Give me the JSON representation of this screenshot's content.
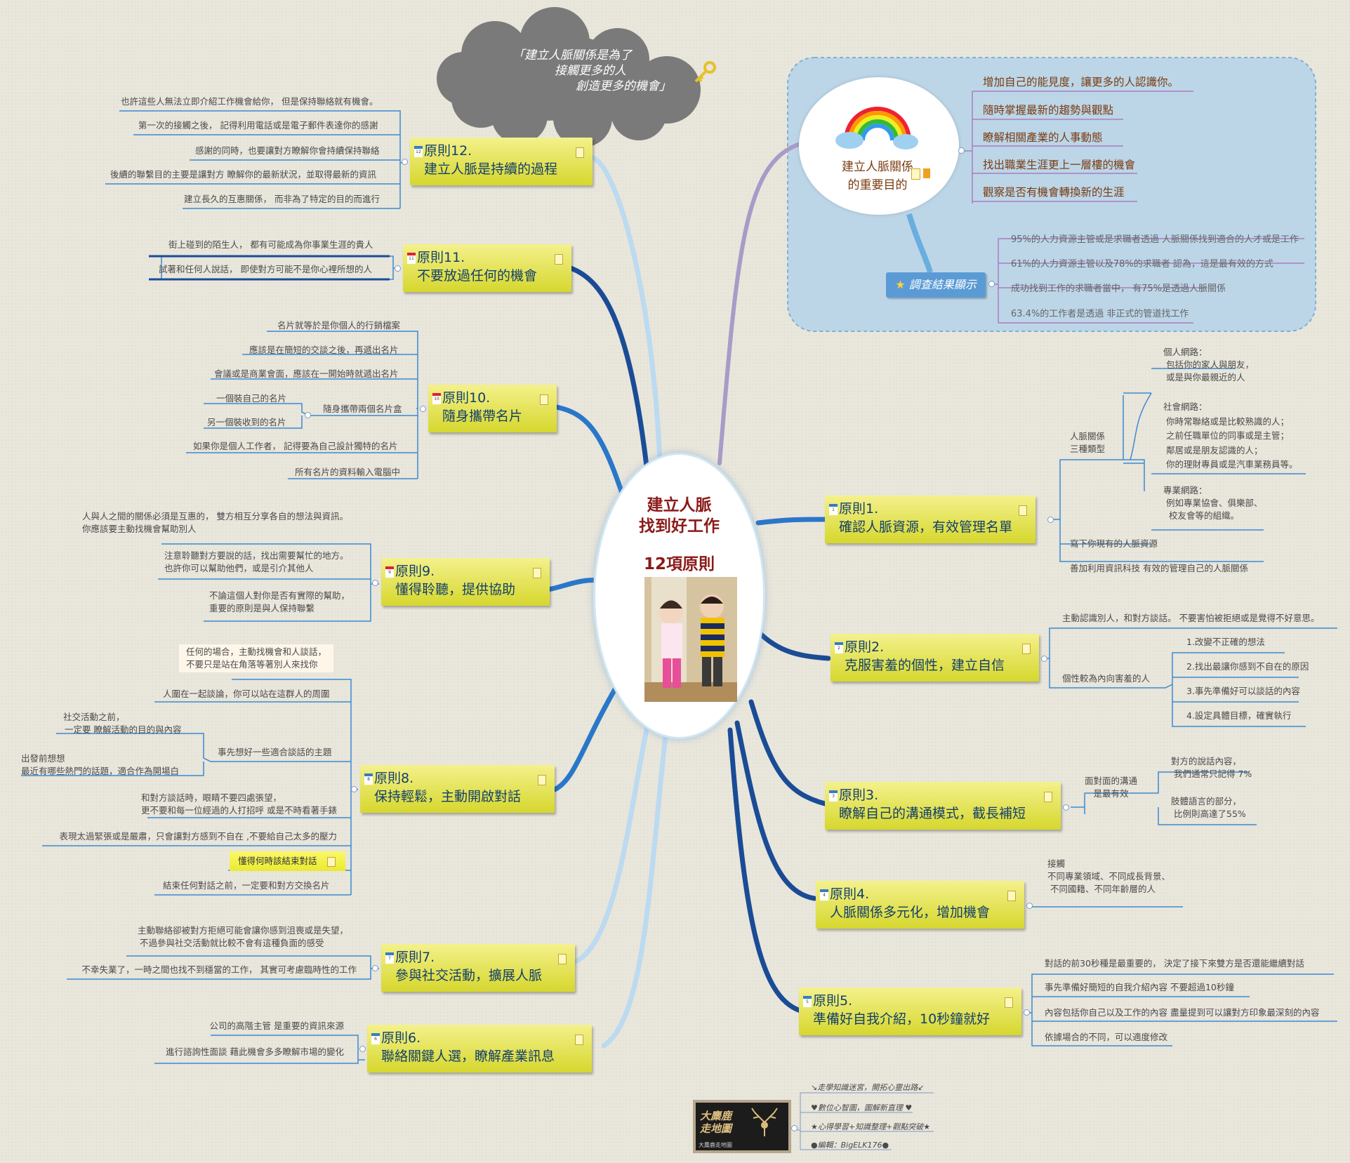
{
  "center": {
    "title_line1": "建立人脈",
    "title_line2": "找到好工作",
    "subtitle": "12項原則"
  },
  "cloud": {
    "line1": "「建立人脈關係是為了",
    "line2": "接觸更多的人",
    "line3": "創造更多的機會」"
  },
  "purpose": {
    "title_line1": "建立人脈關係",
    "title_line2": "的重要目的",
    "items": [
      "增加自己的能見度，讓更多的人認識你。",
      "隨時掌握最新的趨勢與觀點",
      "瞭解相關產業的人事動態",
      "找出職業生涯更上一層樓的機會",
      "觀察是否有機會轉換新的生涯"
    ],
    "survey_label": "調查結果顯示",
    "survey_items": [
      "95%的人力資源主管或是求職者透過 人脈關係找到適合的人才或是工作",
      "61%的人力資源主管以及78%的求職者 認為，這是最有效的方式",
      "成功找到工作的求職者當中， 有75%是透過人脈關係",
      "63.4%的工作者是透過 非正式的管道找工作"
    ]
  },
  "principles": {
    "p1": {
      "num": "1",
      "title": "原則1.",
      "desc": "確認人脈資源，有效管理名單"
    },
    "p2": {
      "num": "2",
      "title": "原則2.",
      "desc": "克服害羞的個性，建立自信"
    },
    "p3": {
      "num": "3",
      "title": "原則3.",
      "desc": "瞭解自己的溝通模式，截長補短"
    },
    "p4": {
      "num": "4",
      "title": "原則4.",
      "desc": "人脈關係多元化，增加機會"
    },
    "p5": {
      "num": "5",
      "title": "原則5.",
      "desc": "準備好自我介紹，10秒鐘就好"
    },
    "p6": {
      "num": "6",
      "title": "原則6.",
      "desc": "聯絡關鍵人選，瞭解產業訊息"
    },
    "p7": {
      "num": "7",
      "title": "原則7.",
      "desc": "參與社交活動，擴展人脈"
    },
    "p8": {
      "num": "8",
      "title": "原則8.",
      "desc": "保持輕鬆，主動開啟對話"
    },
    "p9": {
      "num": "9",
      "title": "原則9.",
      "desc": "懂得聆聽，提供協助"
    },
    "p10": {
      "num": "10",
      "title": "原則10.",
      "desc": "隨身攜帶名片"
    },
    "p11": {
      "num": "11",
      "title": "原則11.",
      "desc": "不要放過任何的機會"
    },
    "p12": {
      "num": "12",
      "title": "原則12.",
      "desc": "建立人脈是持續的過程"
    }
  },
  "p1_details": {
    "types_label_1": "人脈關係",
    "types_label_2": "三種類型",
    "personal": [
      "個人網路：",
      "包括你的家人與朋友，",
      "或是與你最親近的人"
    ],
    "social": [
      "社會網路：",
      "你時常聯絡或是比較熟識的人；",
      "之前任職單位的同事或是主管；",
      "鄰居或是朋友認識的人；",
      "你的理財專員或是汽車業務員等。"
    ],
    "professional": [
      "專業網路：",
      "例如專業協會、俱樂部、",
      "校友會等的組織。"
    ],
    "write": "寫下你現有的人脈資源",
    "tech": "善加利用資訊科技 有效的管理自己的人脈關係"
  },
  "p2_details": {
    "top": "主動認識別人，和對方談話。 不要害怕被拒絕或是覺得不好意思。",
    "introvert": "個性較為內向害羞的人",
    "steps": [
      "1.改變不正確的想法",
      "2.找出最讓你感到不自在的原因",
      "3.事先準備好可以談話的內容",
      "4.設定具體目標，確實執行"
    ]
  },
  "p3_details": {
    "f2f_1": "面對面的溝通",
    "f2f_2": "是最有效",
    "content_1": "對方的說話內容，",
    "content_2": "我們通常只記得 7%",
    "body_1": "肢體語言的部分，",
    "body_2": "比例則高達了55%"
  },
  "p4_details": [
    "接觸",
    "不同專業領域、不同成長背景、",
    "不同國籍、不同年齡層的人"
  ],
  "p5_details": [
    "對話的前30秒種是最重要的， 決定了接下來雙方是否還能繼續對話",
    "事先準備好簡短的自我介紹內容 不要超過10秒鐘",
    "內容包括你自己以及工作的內容 盡量提到可以讓對方印象最深刻的內容",
    "依據場合的不同，可以適度修改"
  ],
  "p6_details": [
    "公司的高階主管 是重要的資訊來源",
    "進行諮詢性面談 藉此機會多多瞭解市場的變化"
  ],
  "p7_details": {
    "a1": "主動聯絡卻被對方拒絕可能會讓你感到沮喪或是失望，",
    "a2": "不過參與社交活動就比較不會有這種負面的感受",
    "b": "不幸失業了，一時之間也找不到穩當的工作， 其實可考慮臨時性的工作"
  },
  "p8_details": {
    "any1": "任何的場合，主動找機會和人談話，",
    "any2": "不要只是站在角落等著別人來找你",
    "group": "人圍在一起談論，你可以站在這群人的周圍",
    "prep": "事先想好一些適合談話的主題",
    "social1": "社交活動之前，",
    "social2": "一定要 瞭解活動的目的與內容",
    "before1": "出發前想想",
    "before2": "最近有哪些熱門的話題，適合作為開場白",
    "eye1": "和對方談話時，眼睛不要四處張望，",
    "eye2": "更不要和每一位經過的人打招呼 或是不時看著手錶",
    "tense": "表現太過緊張或是嚴肅，只會讓對方感到不自在 ,不要給自己太多的壓力",
    "end": "懂得何時該結束對話",
    "exchange": "結束任何對話之前，一定要和對方交換名片"
  },
  "p9_details": {
    "a1": "人與人之間的關係必須是互惠的， 雙方相互分享各自的想法與資訊。",
    "a2": "你應該要主動找機會幫助別人",
    "b1": "注意聆聽對方要說的話，找出需要幫忙的地方。",
    "b2": "也許你可以幫助他們，或是引介其他人",
    "c1": "不論這個人對你是否有實際的幫助，",
    "c2": "重要的原則是與人保持聯繫"
  },
  "p10_details": {
    "items": [
      "名片就等於是你個人的行銷檔案",
      "應該是在簡短的交談之後，再遞出名片",
      "會議或是商業會面，應該在一開始時就遞出名片"
    ],
    "two_boxes": "隨身攜帶兩個名片盒",
    "box1": "一個裝自己的名片",
    "box2": "另一個裝收到的名片",
    "design": "如果你是個人工作者， 記得要為自己設計獨特的名片",
    "input": "所有名片的資料輸入電腦中"
  },
  "p11_details": [
    "街上碰到的陌生人， 都有可能成為你事業生涯的貴人",
    "試著和任何人說話， 即使對方可能不是你心裡所想的人"
  ],
  "p12_details": [
    "也許這些人無法立即介紹工作機會給你， 但是保持聯絡就有機會。",
    "第一次的接觸之後， 記得利用電話或是電子郵件表達你的感謝",
    "感謝的同時，也要讓對方瞭解你會持續保持聯絡",
    "後續的聯繫目的主要是讓對方 瞭解你的最新狀況，並取得最新的資訊",
    "建立長久的互惠關係， 而非為了特定的目的而進行"
  ],
  "footer": {
    "logo_line1": "大麋鹿",
    "logo_line2": "走地圖",
    "logo_caption": "大麋鹿走地圖",
    "items": [
      "↘走學知識迷宮，開拓心靈出路↙",
      "♥數位心智圖，圖解新直理 ♥",
      "★心得學習+知識整理+觀點突破★",
      "●編輯：BigELK176●"
    ]
  },
  "colors": {
    "principle_text": "#123f6b",
    "center_text": "#8b1a1a",
    "purpose_text": "#7a3a10"
  }
}
